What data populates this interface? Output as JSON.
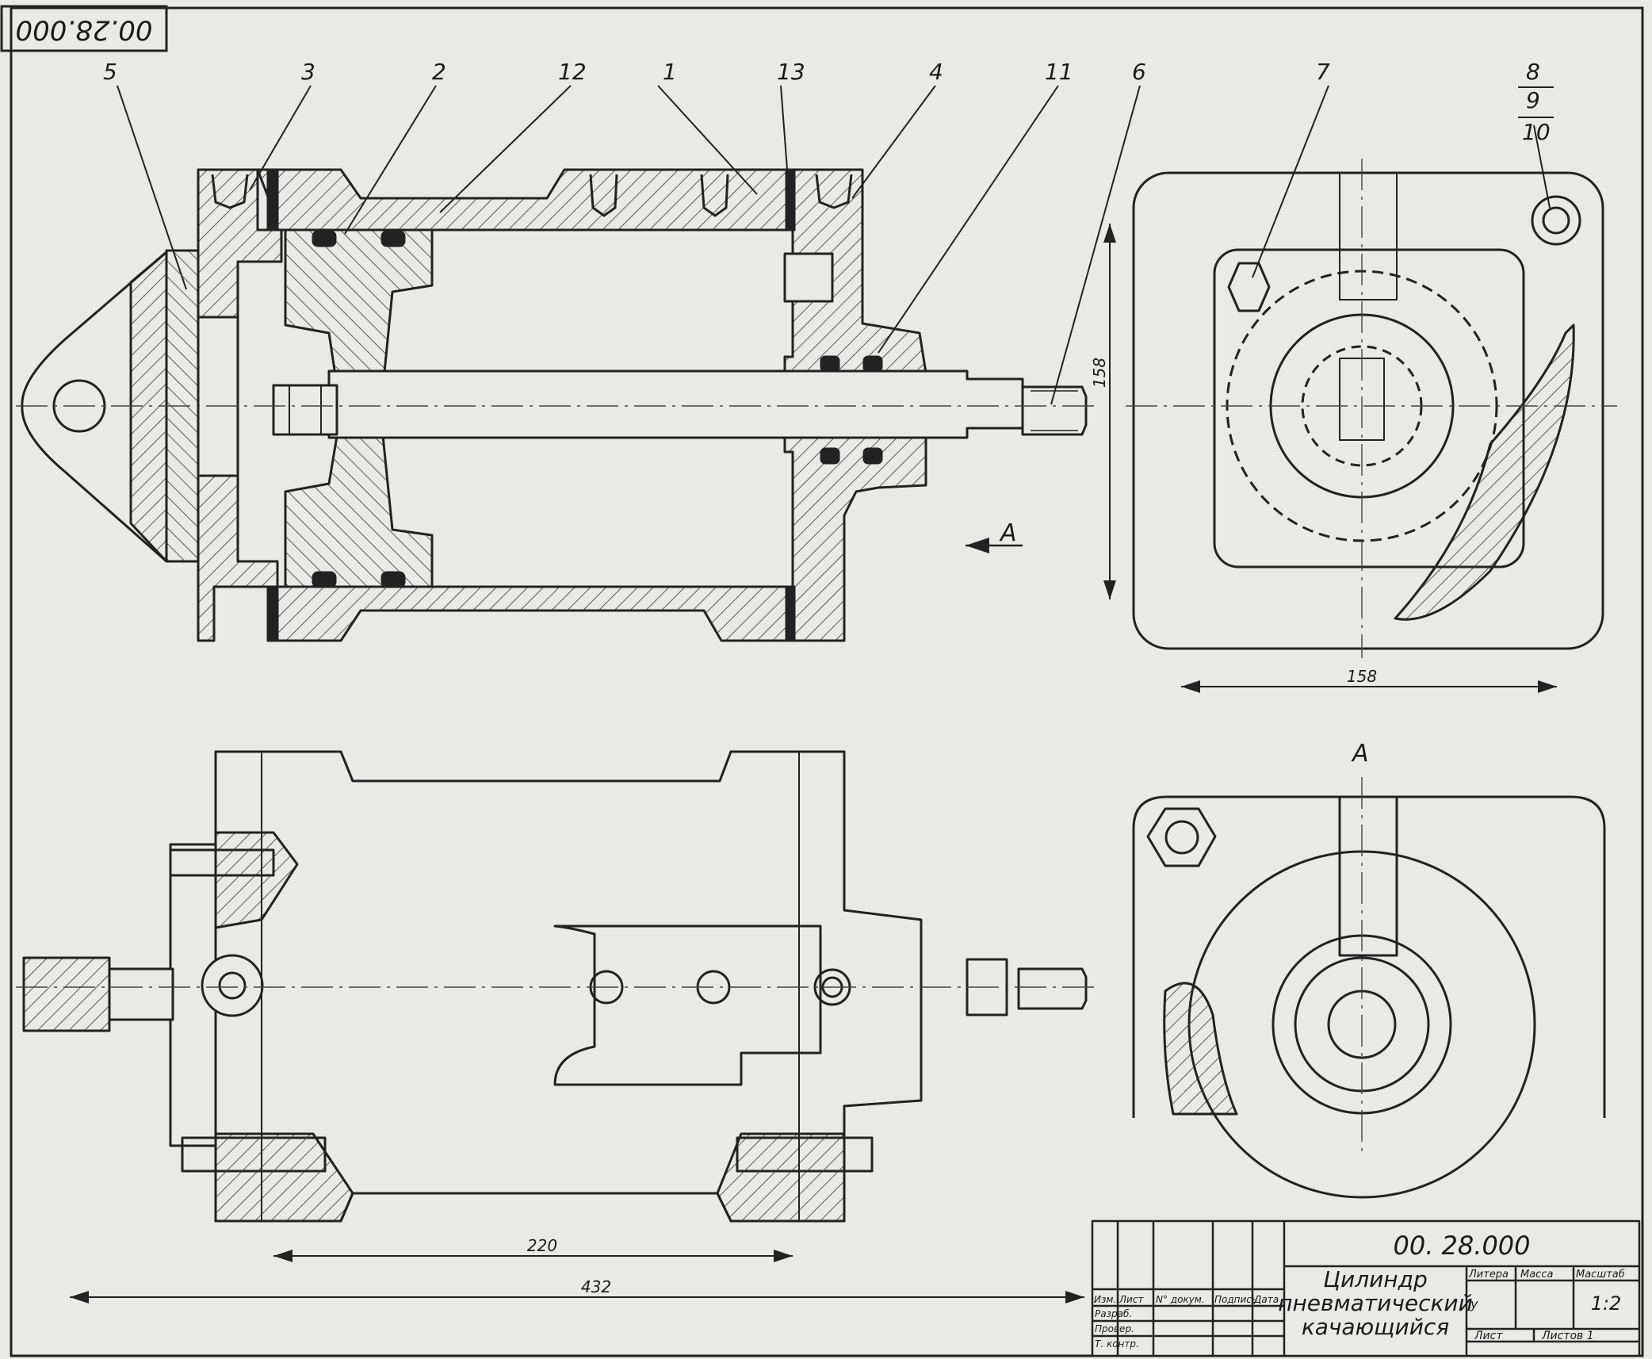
{
  "drawing": {
    "code_stamp": "00.28.000",
    "view_label": "A",
    "arrow_label": "A",
    "callouts": [
      "5",
      "3",
      "2",
      "12",
      "1",
      "13",
      "4",
      "11",
      "6",
      "7",
      "8",
      "9",
      "10"
    ]
  },
  "dimensions": {
    "front_height": "158",
    "front_width": "158",
    "length_overall": "432",
    "length_body": "220"
  },
  "title_block": {
    "number": "00. 28.000",
    "title_line1": "Цилиндр",
    "title_line2": "пневматический",
    "title_line3": "качающийся",
    "col_izm": "Изм.",
    "col_list": "Лист",
    "col_doc": "N° докум.",
    "col_sign": "Подпись",
    "col_date": "Дата",
    "row_razrab": "Разраб.",
    "row_prover": "Провер.",
    "row_tkontr": "Т. контр.",
    "hdr_litera": "Литера",
    "hdr_massa": "Масса",
    "hdr_masshtab": "Масштаб",
    "litera_value": "у",
    "scale_value": "1:2",
    "sheet_label": "Лист",
    "sheets_label": "Листов 1"
  }
}
